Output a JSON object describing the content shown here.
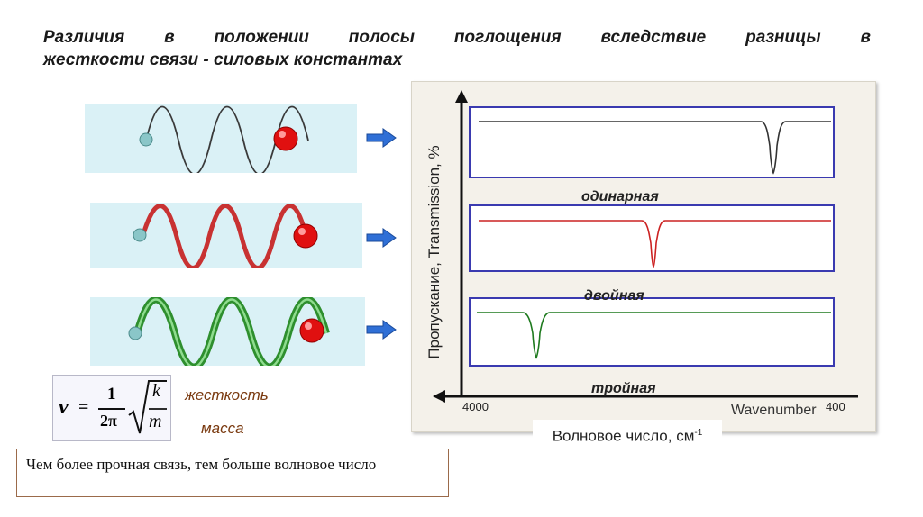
{
  "title_line1": "Различия в положении полосы поглощения вследствие разницы в",
  "title_line2": "жесткости связи - силовых константах",
  "bond_rows": [
    {
      "label": "одинарная",
      "color": "#333333",
      "dip_pos": "right"
    },
    {
      "label": "двойная",
      "color": "#cc2222",
      "dip_pos": "middle"
    },
    {
      "label": "тройная",
      "color": "#1e7a1e",
      "dip_pos": "left"
    }
  ],
  "chart": {
    "y_axis_label": "Пропускание, Transmission, %",
    "x_tick_left": "4000",
    "x_tick_right": "400",
    "x_axis_name": "Wavenumber",
    "x_unit_label_main": "Волновое число, см",
    "x_unit_label_sup": "-1"
  },
  "formula": {
    "nu": "ν",
    "equals": "=",
    "numerator": "1",
    "denominator": "2π",
    "k": "k",
    "m": "m"
  },
  "annotations": {
    "k_label": "жесткость",
    "m_label": "масса"
  },
  "note": "Чем более прочная связь, тем больше волновое число",
  "colors": {
    "panel_bg": "#daf1f6",
    "arrow": "#2f6fd6",
    "box_border": "#3a3ab0",
    "light_atom": "#8ac6c8",
    "heavy_atom": "#e01010"
  }
}
